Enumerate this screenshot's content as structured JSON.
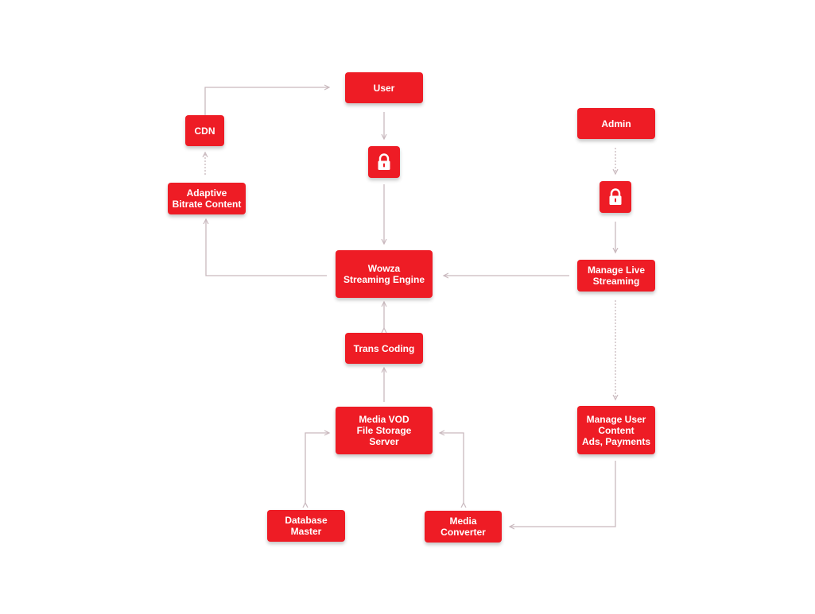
{
  "colors": {
    "node_fill": "#ee1c25",
    "node_text": "#ffffff",
    "connector": "#c9b9be",
    "background": "#ffffff"
  },
  "icons": {
    "lock": "padlock-icon"
  },
  "nodes": {
    "user": "User",
    "admin": "Admin",
    "cdn": "CDN",
    "adaptive": "Adaptive\nBitrate Content",
    "wowza": "Wowza\nStreaming Engine",
    "manage_live": "Manage Live\nStreaming",
    "trans_coding": "Trans Coding",
    "media_vod": "Media VOD\nFile Storage\nServer",
    "manage_user": "Manage User\nContent\nAds, Payments",
    "database": "Database\nMaster",
    "converter": "Media\nConverter"
  }
}
